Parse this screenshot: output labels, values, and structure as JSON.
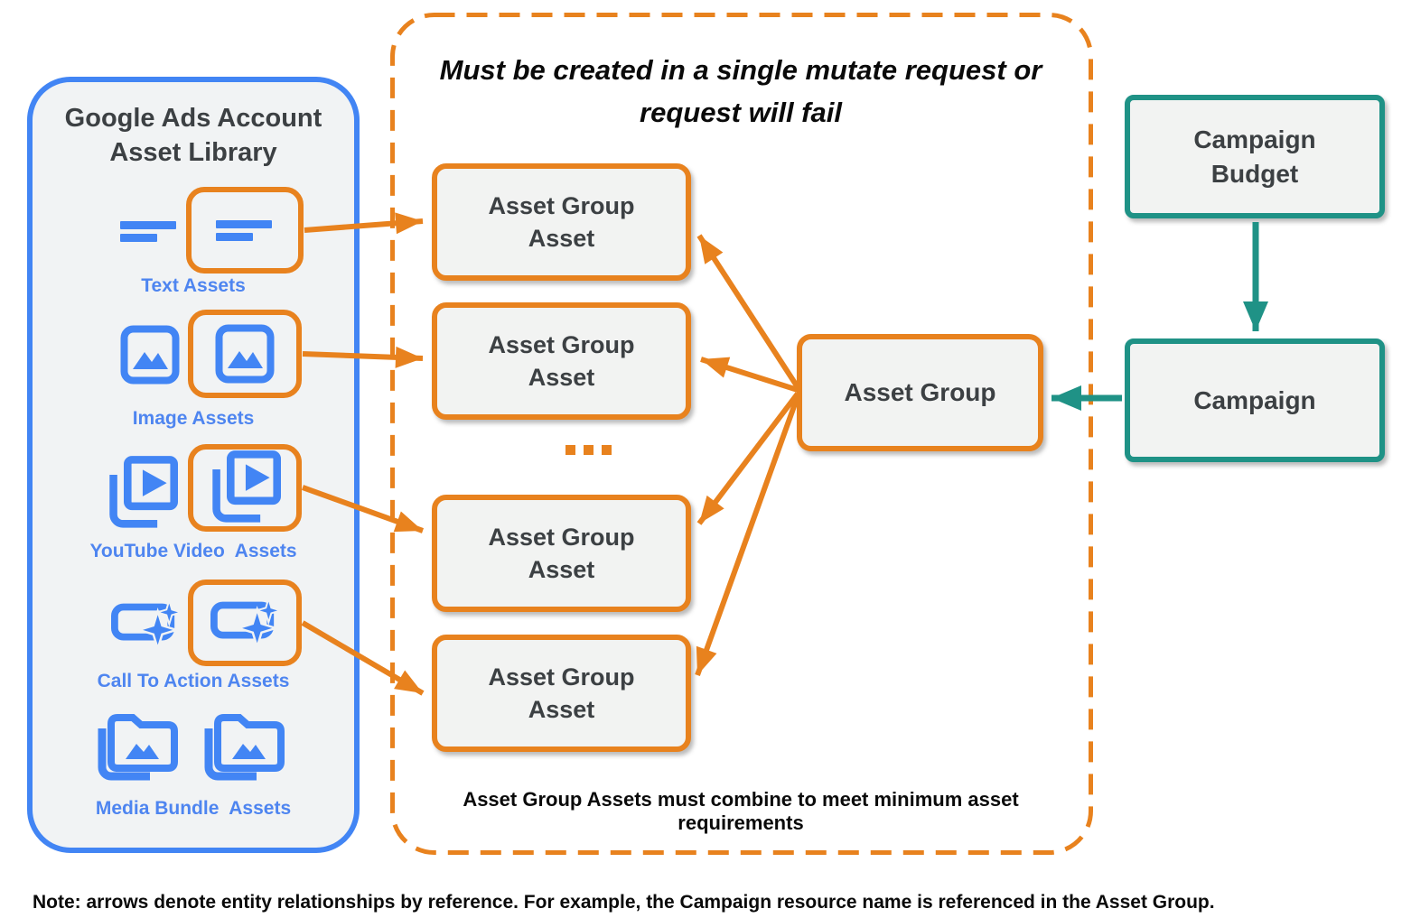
{
  "library": {
    "title": "Google Ads Account Asset Library",
    "items": [
      {
        "label": "Text Assets",
        "icon": "text-lines-icon",
        "highlighted": true
      },
      {
        "label": "Image Assets",
        "icon": "image-icon",
        "highlighted": true
      },
      {
        "label": "YouTube Video  Assets",
        "icon": "video-stack-icon",
        "highlighted": true
      },
      {
        "label": "Call To Action Assets",
        "icon": "cta-sparkle-icon",
        "highlighted": true
      },
      {
        "label": "Media Bundle  Assets",
        "icon": "media-bundle-icon",
        "highlighted": false
      }
    ]
  },
  "mutate_box": {
    "title": "Must be created in a single mutate request or request will fail",
    "asset_boxes": [
      "Asset Group Asset",
      "Asset Group Asset",
      "Asset Group Asset",
      "Asset Group Asset"
    ],
    "ellipsis": "...",
    "footnote": "Asset Group Assets must combine to meet minimum asset requirements"
  },
  "entities": {
    "asset_group": "Asset Group",
    "campaign_budget": "Campaign Budget",
    "campaign": "Campaign"
  },
  "note": "Note: arrows denote entity relationships by reference. For example, the Campaign resource name is referenced in the Asset Group.",
  "colors": {
    "orange": "#E8821E",
    "teal": "#1F9286",
    "icon_blue": "#4285F4",
    "label_blue": "#4E85F0",
    "box_fill": "#F2F3F2",
    "panel_fill": "#F1F3F4",
    "dark_text": "#3C4043"
  }
}
